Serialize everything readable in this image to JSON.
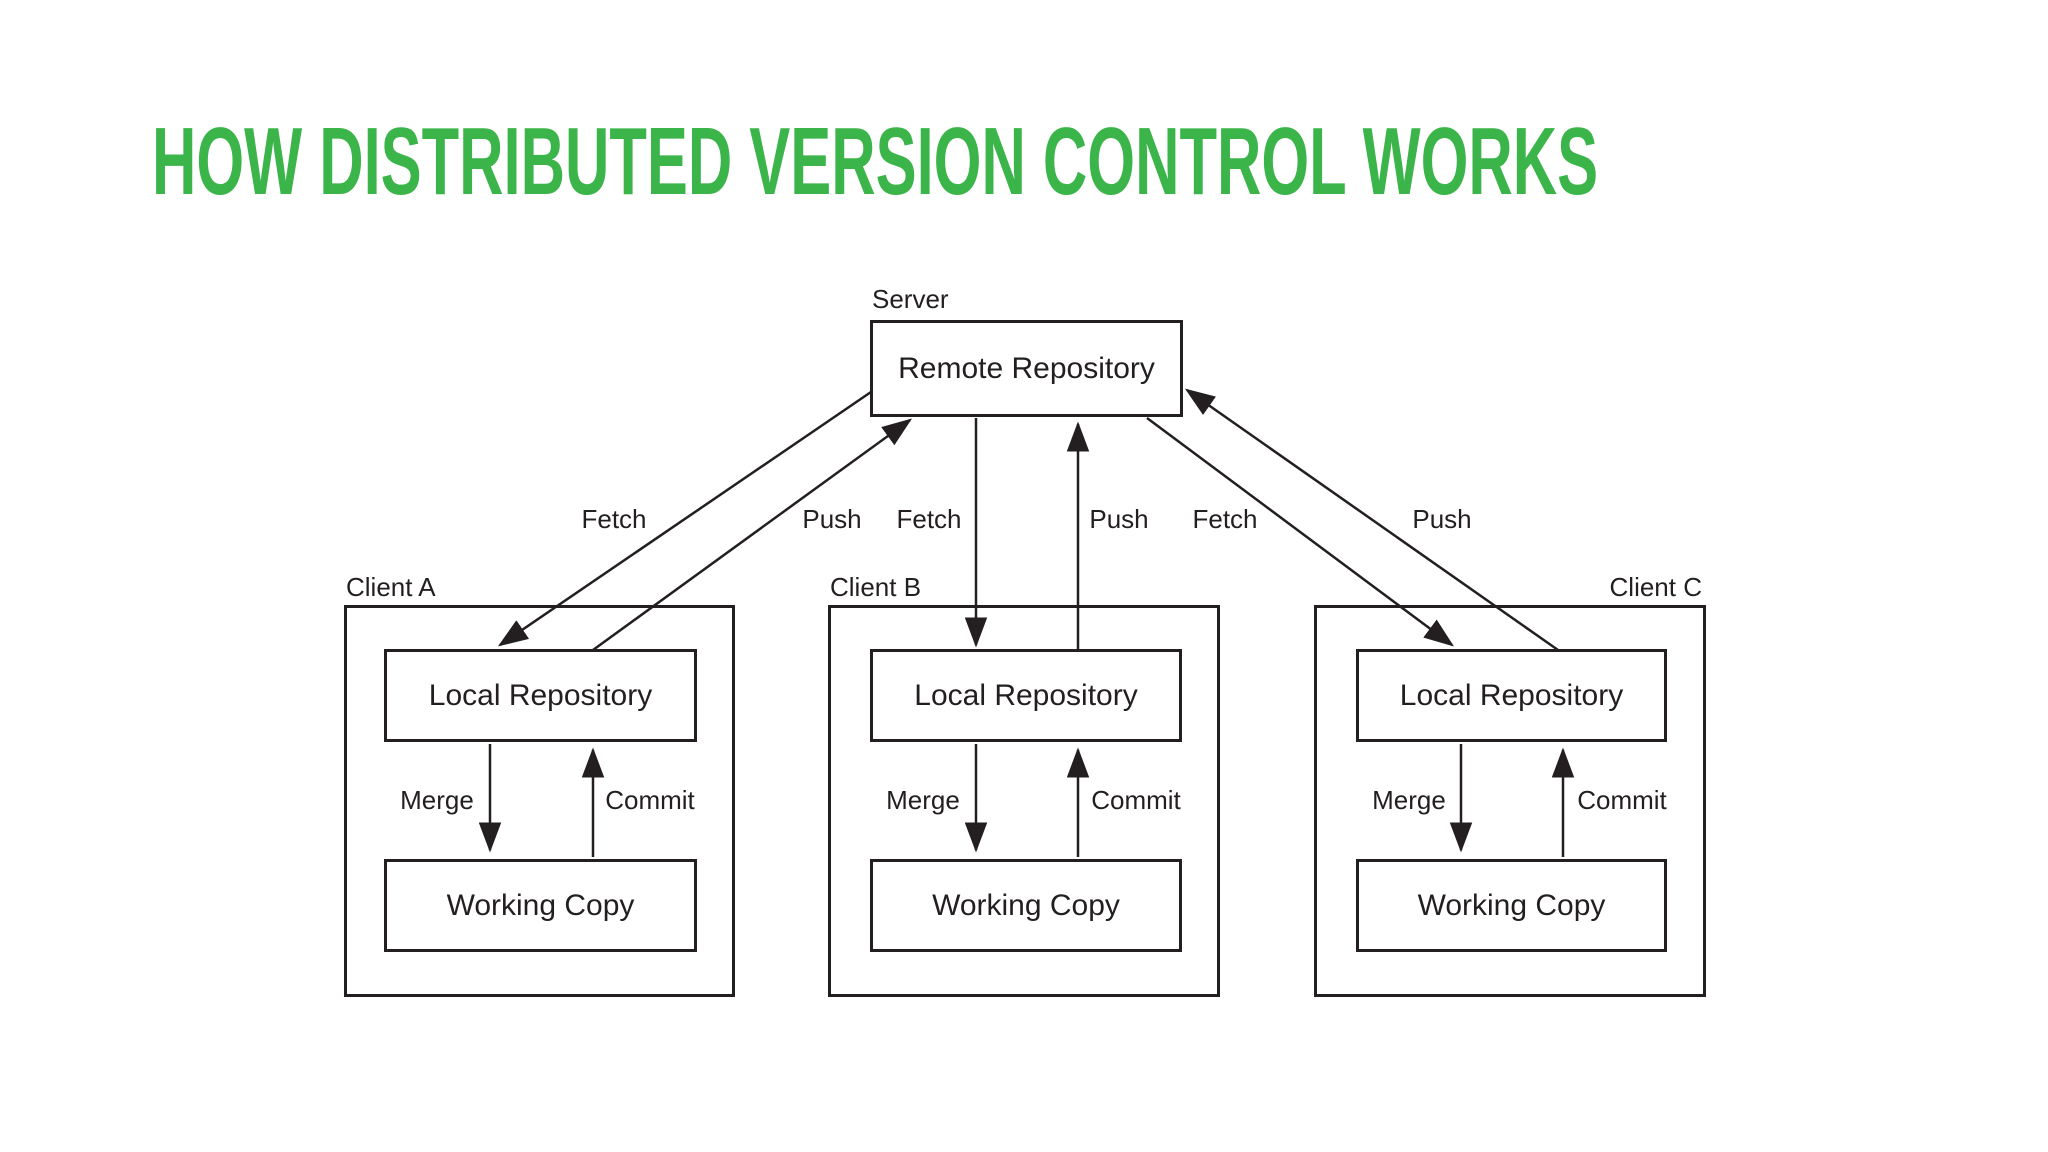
{
  "title": "HOW DISTRIBUTED VERSION CONTROL WORKS",
  "colors": {
    "title": "#3bb54a",
    "ink": "#231f20",
    "background": "#ffffff"
  },
  "server": {
    "caption": "Server",
    "box": "Remote Repository"
  },
  "clients": [
    {
      "caption": "Client A",
      "local_repo": "Local Repository",
      "working_copy": "Working Copy",
      "fetch_label": "Fetch",
      "push_label": "Push",
      "merge_label": "Merge",
      "commit_label": "Commit"
    },
    {
      "caption": "Client B",
      "local_repo": "Local Repository",
      "working_copy": "Working Copy",
      "fetch_label": "Fetch",
      "push_label": "Push",
      "merge_label": "Merge",
      "commit_label": "Commit"
    },
    {
      "caption": "Client C",
      "local_repo": "Local Repository",
      "working_copy": "Working Copy",
      "fetch_label": "Fetch",
      "push_label": "Push",
      "merge_label": "Merge",
      "commit_label": "Commit"
    }
  ]
}
